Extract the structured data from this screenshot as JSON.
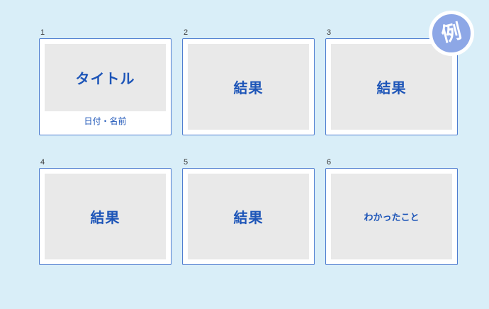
{
  "badge": {
    "label": "例"
  },
  "slides": [
    {
      "number": "1",
      "title": "タイトル",
      "subtitle": "日付・名前"
    },
    {
      "number": "2",
      "title": "結果"
    },
    {
      "number": "3",
      "title": "結果"
    },
    {
      "number": "4",
      "title": "結果"
    },
    {
      "number": "5",
      "title": "結果"
    },
    {
      "number": "6",
      "title": "わかったこと"
    }
  ],
  "colors": {
    "background": "#d9eef8",
    "slide_border": "#4f7ed0",
    "slide_text": "#1d55b8",
    "placeholder_bg": "#e9e9e9",
    "slide_bg": "#ffffff",
    "badge_bg": "#8da7e6",
    "badge_text": "#ffffff",
    "number_text": "#3a3a3a"
  }
}
